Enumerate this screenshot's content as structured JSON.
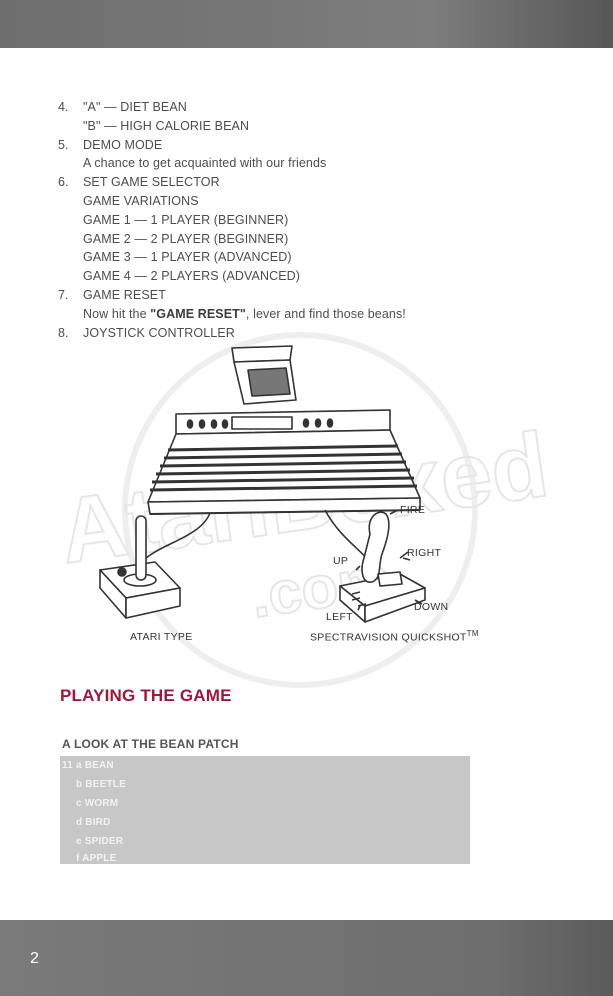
{
  "instructions": [
    {
      "num": "4.",
      "text": "\"A\" — DIET BEAN",
      "sub": [
        "\"B\" — HIGH CALORIE BEAN"
      ]
    },
    {
      "num": "5.",
      "text": "DEMO MODE",
      "sub": [
        "A chance to get acquainted with our friends"
      ]
    },
    {
      "num": "6.",
      "text": "SET GAME SELECTOR",
      "sub": [
        "GAME VARIATIONS",
        "GAME 1 — 1 PLAYER (BEGINNER)",
        "GAME 2 — 2 PLAYER (BEGINNER)",
        "GAME 3 — 1 PLAYER (ADVANCED)",
        "GAME 4 — 2 PLAYERS (ADVANCED)"
      ]
    },
    {
      "num": "7.",
      "text": "GAME RESET",
      "reset_line": {
        "before": "Now hit the ",
        "bold": "\"GAME RESET\"",
        "after": ", lever and find those beans!"
      }
    },
    {
      "num": "8.",
      "text": "JOYSTICK CONTROLLER"
    }
  ],
  "diagram": {
    "labels": {
      "fire": "FIRE",
      "right": "RIGHT",
      "up": "UP",
      "down": "DOWN",
      "left": "LEFT",
      "atari_type": "ATARI TYPE",
      "quickshot": "SPECTRAVISION QUICKSHOT",
      "tm": "TM"
    }
  },
  "watermark": {
    "line1": "AtariBoxed",
    "line2": ".com"
  },
  "section": {
    "title": "PLAYING THE GAME",
    "subtitle": "A LOOK AT THE BEAN PATCH",
    "bean_items": [
      "11 a BEAN",
      "b BEETLE",
      "c WORM",
      "d BIRD",
      "e SPIDER",
      "f APPLE"
    ]
  },
  "page": {
    "number": "2"
  },
  "colors": {
    "accent": "#a0173c",
    "band": "#6e6e6e",
    "box": "#c7c7c7"
  }
}
